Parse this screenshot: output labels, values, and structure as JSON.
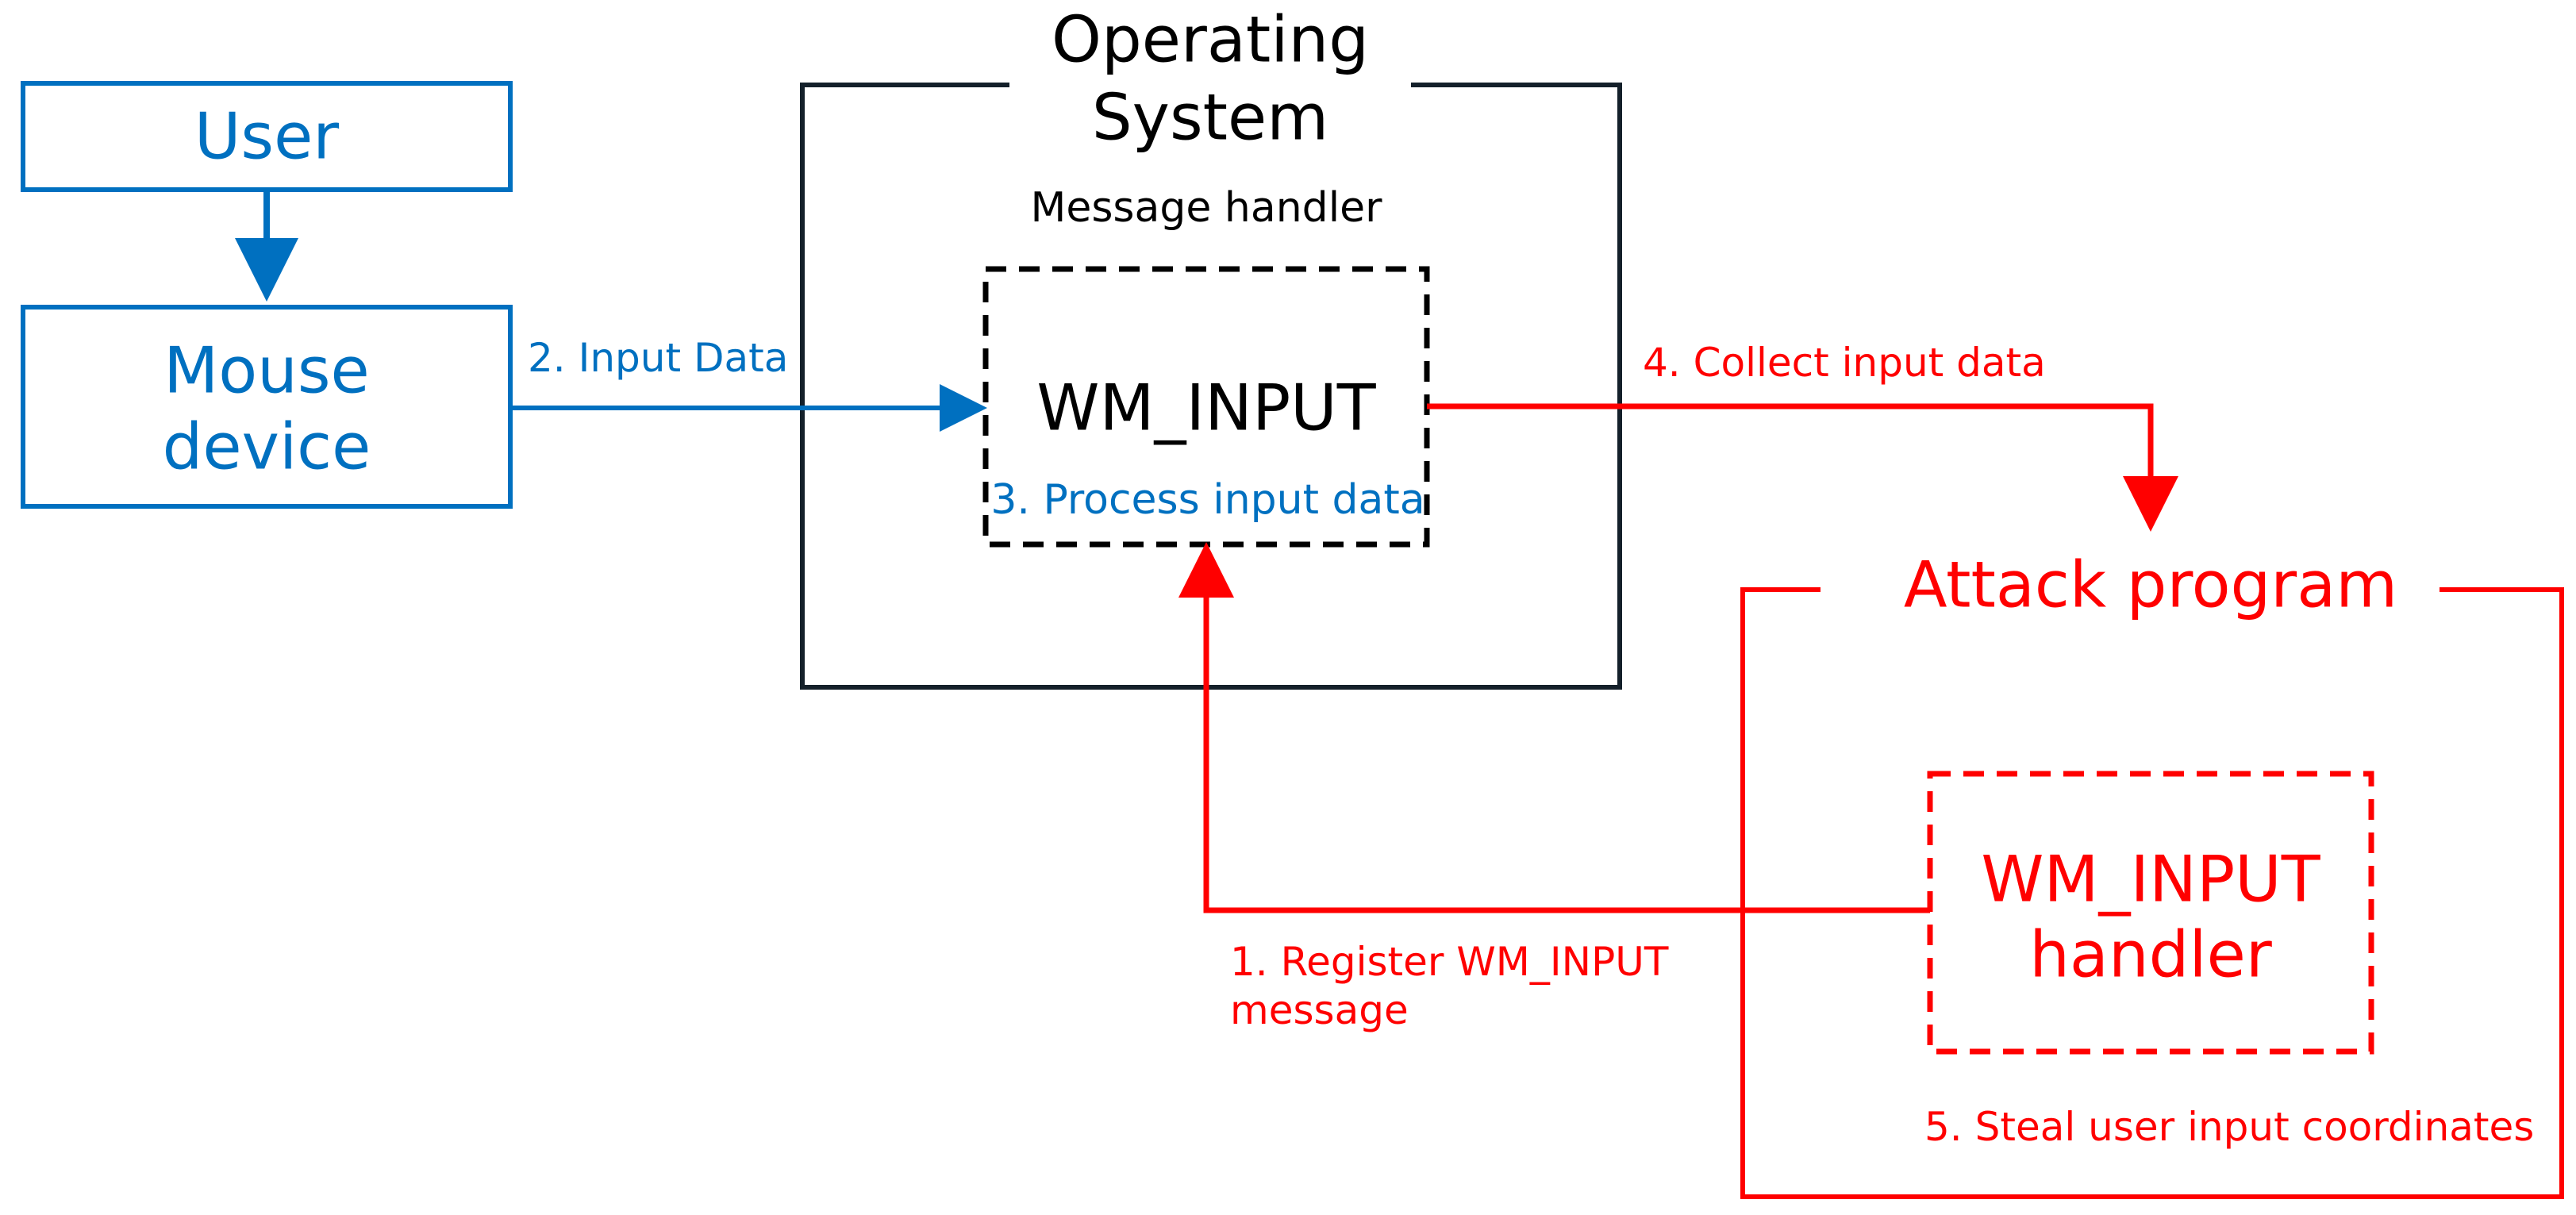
{
  "colors": {
    "blue": "#0070C0",
    "red": "#FF0000",
    "dark": "#14202A",
    "black": "#000000",
    "background": "#FFFFFF"
  },
  "user_box": {
    "label": "User"
  },
  "mouse_box": {
    "label_line1": "Mouse",
    "label_line2": "device"
  },
  "os_box": {
    "title_line1": "Operating",
    "title_line2": "System",
    "message_handler_label": "Message handler"
  },
  "wm_input_box": {
    "label": "WM_INPUT",
    "process_label": "3. Process input data"
  },
  "attack_box": {
    "title": "Attack program",
    "steal_label": "5. Steal user input coordinates"
  },
  "attack_handler_box": {
    "label_line1": "WM_INPUT",
    "label_line2": "handler"
  },
  "arrows": {
    "input_data_label": "2. Input Data",
    "collect_label": "4. Collect input data",
    "register_label_line1": "1. Register WM_INPUT",
    "register_label_line2": "message"
  }
}
